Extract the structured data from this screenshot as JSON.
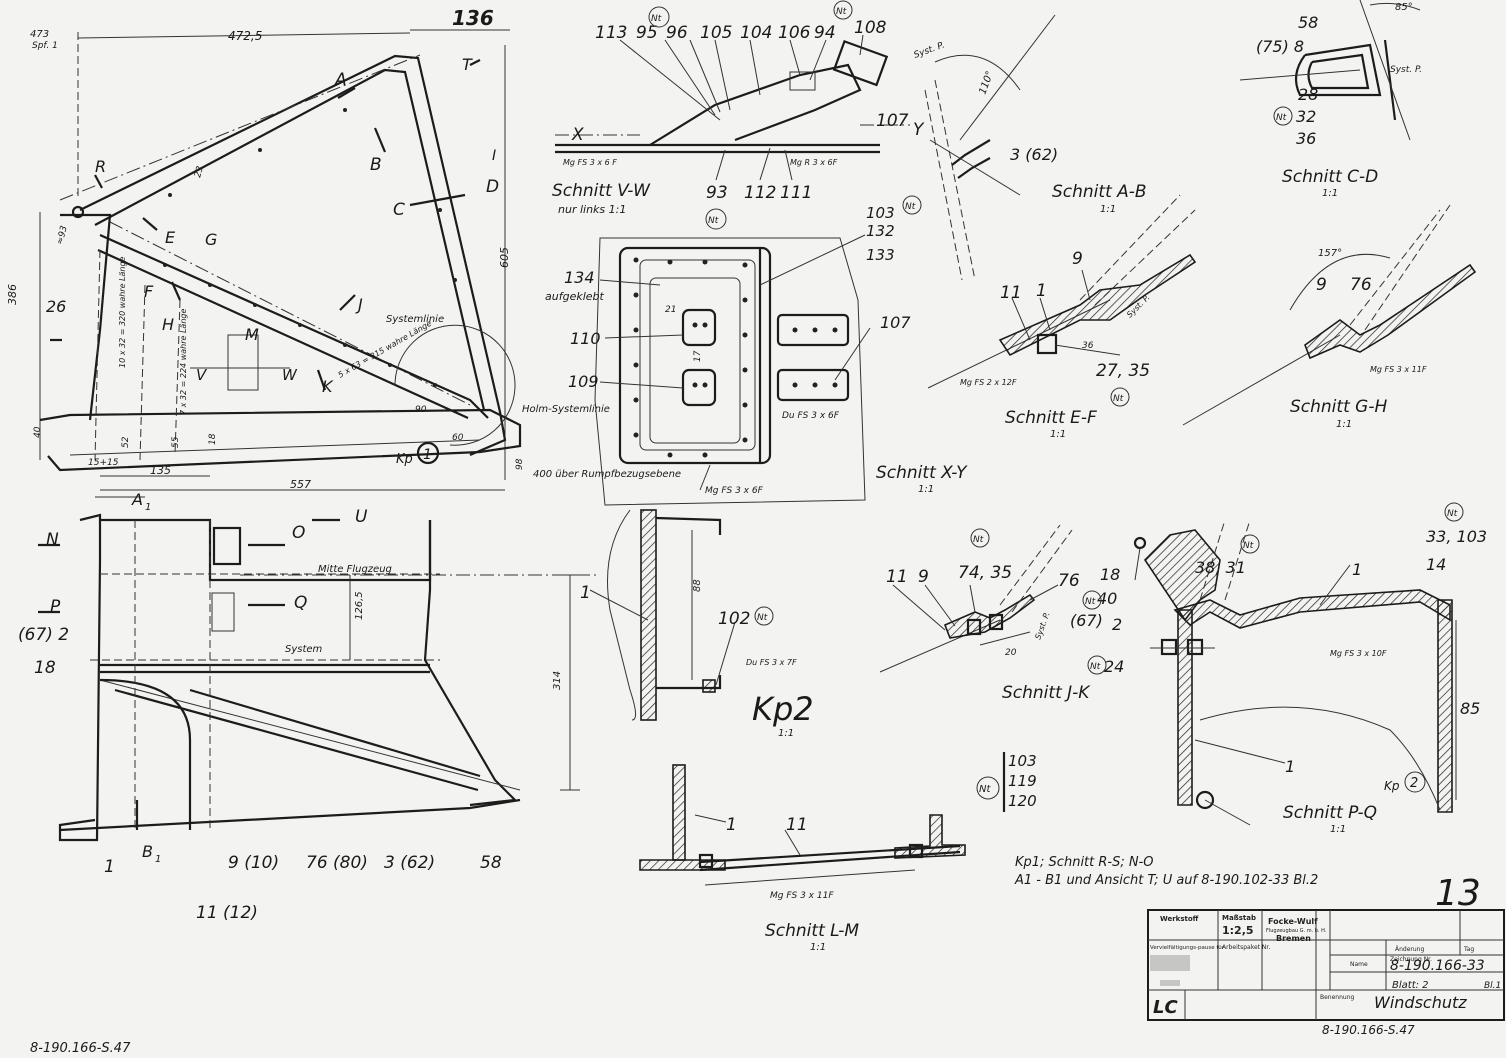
{
  "drawing": {
    "sheet_title": "Windschutz",
    "drawing_number": "8-190.166-33",
    "sheet_ref": "Blatt: 2",
    "sheet_ref_side": "Bl.1",
    "bottom_number": "8-190.166-S.47",
    "corner_number": "8-190.166-S.47",
    "page_mark": "13",
    "stamp": "LC",
    "scale_label": "Maßstab",
    "scale": "1:2,5",
    "material_label": "Werkstoff",
    "company": "Focke-Wulf",
    "company_sub": "Flugzeugbau G. m. b. H.",
    "city": "Bremen",
    "change_label": "Änderung",
    "drawing_no_label": "Zeichnung Nr.",
    "name_label": "Name",
    "designation_label": "Benennung",
    "workpackage_label": "Arbeitspaket Nr.",
    "replacement_label": "Vervielfältigungs-pause für",
    "tag_label": "Tag"
  },
  "main_view": {
    "dims": {
      "d473": "473",
      "spf": "Spf. 1",
      "d4725": "472,5",
      "d136": "136",
      "d605": "605",
      "d386": "386",
      "d557": "557",
      "d135": "135",
      "d93": "≈93",
      "d15": "15+15",
      "d98": "98",
      "d18": "18",
      "d55": "55",
      "d40": "40",
      "d52": "52",
      "d23": "23",
      "d90": "90",
      "d60": "60",
      "wl1": "10 x 32 = 320 wahre Länge",
      "wl2": "7 x 32 = 224 wahre Länge",
      "wl3": "5 x 63 = 315 wahre Länge"
    },
    "labels": {
      "systemlinie": "Systemlinie",
      "holm": "Holm-Systemlinie",
      "rumpf": "400 über Rumpfbezugsebene",
      "kp1": "Kp",
      "kp1n": "1",
      "n26": "26"
    },
    "section_letters": [
      "A",
      "B",
      "C",
      "D",
      "E",
      "F",
      "G",
      "H",
      "J",
      "K",
      "M",
      "R",
      "T",
      "V",
      "W",
      "I"
    ]
  },
  "bottom_view": {
    "labels": {
      "mitte": "Mitte Flugzeug",
      "system": "System",
      "d1265": "126,5",
      "d314": "314",
      "n67": "(67) 2",
      "n18": "18",
      "n1": "1",
      "n9": "9 (10)",
      "n76": "76 (80)",
      "n3": "3 (62)",
      "n58": "58",
      "n11": "11 (12)",
      "a1": "A",
      "a1s": "1",
      "b1": "B",
      "b1s": "1",
      "N": "N",
      "O": "O",
      "U": "U",
      "P": "P",
      "Q": "Q"
    }
  },
  "sections": {
    "vw": {
      "title": "Schnitt V-W",
      "sub": "nur links 1:1",
      "parts": [
        "113",
        "95",
        "96",
        "105",
        "104",
        "106",
        "94",
        "108",
        "107",
        "93",
        "112",
        "111"
      ],
      "mat1": "Mg FS 3 x 6 F",
      "mat2": "Mg R 3 x 6F",
      "x": "X",
      "y": "Y"
    },
    "ab": {
      "title": "Schnitt A-B",
      "sub": "1:1",
      "part": "3 (62)",
      "angle": "110°",
      "syst": "Syst. P."
    },
    "cd": {
      "title": "Schnitt C-D",
      "sub": "1:1",
      "parts": [
        "58",
        "(75) 8",
        "28",
        "32",
        "36"
      ],
      "angle": "85°",
      "syst": "Syst. P."
    },
    "xy": {
      "title": "Schnitt X-Y",
      "sub": "1:1",
      "parts": [
        "103",
        "132",
        "133",
        "134",
        "aufgeklebt",
        "110",
        "109",
        "107"
      ],
      "d21": "21",
      "d17": "17",
      "mat1": "Du FS 3 x 6F",
      "mat2": "Mg FS 3 x 6F"
    },
    "ef": {
      "title": "Schnitt E-F",
      "sub": "1:1",
      "parts": [
        "11",
        "1",
        "9",
        "27, 35"
      ],
      "d36": "36",
      "mat": "Mg FS 2 x 12F",
      "syst": "Syst. P."
    },
    "gh": {
      "title": "Schnitt G-H",
      "sub": "1:1",
      "parts": [
        "9",
        "76"
      ],
      "angle": "157°",
      "mat": "Mg FS 3 x 11F"
    },
    "kp2": {
      "title": "Kp2",
      "sub": "1:1",
      "parts": [
        "1",
        "102"
      ],
      "d88": "88",
      "mat": "Du FS 3 x 7F"
    },
    "jk": {
      "title": "Schnitt J-K",
      "parts": [
        "11",
        "9",
        "74, 35",
        "76"
      ],
      "d20": "20",
      "syst": "Syst. P."
    },
    "pq": {
      "title": "Schnitt P-Q",
      "sub": "1:1",
      "parts": [
        "18",
        "40",
        "(67)",
        "2",
        "38, 31",
        "33, 103",
        "14",
        "24",
        "1",
        "1",
        "85"
      ],
      "mat": "Mg FS 3 x 10F",
      "kp": "Kp",
      "kpn": "2"
    },
    "lm": {
      "title": "Schnitt L-M",
      "sub": "1:1",
      "parts": [
        "1",
        "11"
      ],
      "mat": "Mg FS 3 x 11F"
    },
    "nt": {
      "badge": "Nt",
      "list": [
        "103",
        "119",
        "120"
      ]
    }
  },
  "note": {
    "line1": "Kp1; Schnitt R-S; N-O",
    "line2": "A1 - B1 und Ansicht T; U auf 8-190.102-33 Bl.2"
  }
}
